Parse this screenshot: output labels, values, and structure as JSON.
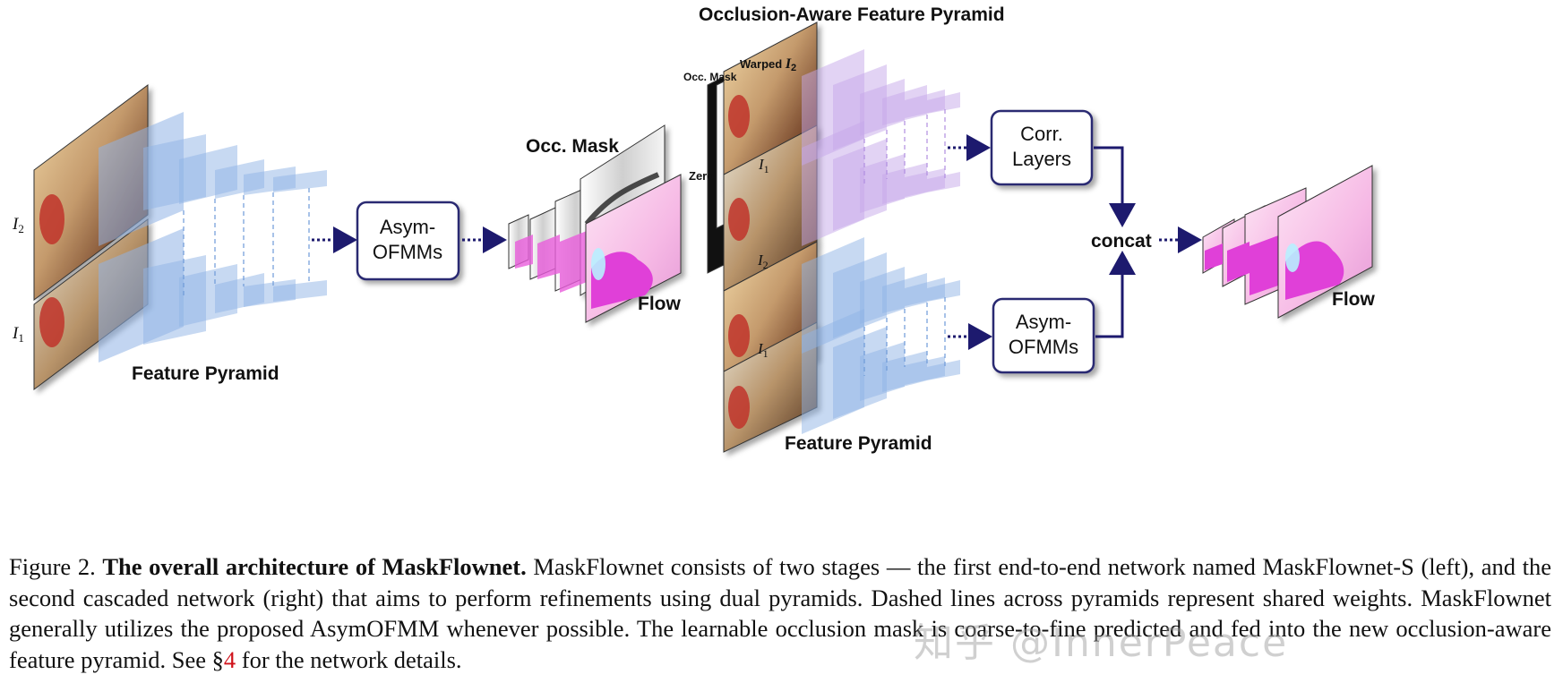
{
  "figure": {
    "left": {
      "frame_labels": {
        "top": "I",
        "top_sub": "2",
        "bottom": "I",
        "bottom_sub": "1"
      },
      "pyramid_label": "Feature Pyramid",
      "asym_box": "Asym-\nOFMMs",
      "occ_mask_label": "Occ. Mask",
      "flow_label": "Flow"
    },
    "right": {
      "title": "Occlusion-Aware Feature Pyramid",
      "warped_label": "Warped ",
      "warped_var": "I",
      "warped_sub": "2",
      "occ_mask_small": "Occ. Mask",
      "zero_label": "Zero",
      "i1_label": "I",
      "i1_sub": "1",
      "i2_label": "I",
      "i2_sub": "2",
      "i1b_label": "I",
      "i1b_sub": "1",
      "corr_box": "Corr.\nLayers",
      "asym_box": "Asym-\nOFMMs",
      "concat": "concat",
      "pyramid_label": "Feature Pyramid",
      "flow_label": "Flow"
    },
    "colors": {
      "arrow": "#1d1a6e",
      "box_border": "#2b2a72",
      "pyramid_blue": "#8fb3e6",
      "pyramid_purple": "#c5a8ea",
      "flow_pink": "#f4b6e4",
      "flow_magenta": "#e040d8"
    }
  },
  "caption": {
    "prefix": "Figure 2. ",
    "title": "The overall architecture of MaskFlownet.",
    "body": "  MaskFlownet consists of two stages — the first end-to-end network named MaskFlownet-S (left), and the second cascaded network (right) that aims to perform refinements using dual pyramids.  Dashed lines across pyramids represent shared weights. MaskFlownet generally utilizes the proposed AsymOFMM whenever possible. The learnable occlusion mask is coarse-to-fine predicted and fed into the new occlusion-aware feature pyramid. See §",
    "ref": "4",
    "suffix": " for the network details."
  },
  "watermark": "知乎 @InnerPeace"
}
